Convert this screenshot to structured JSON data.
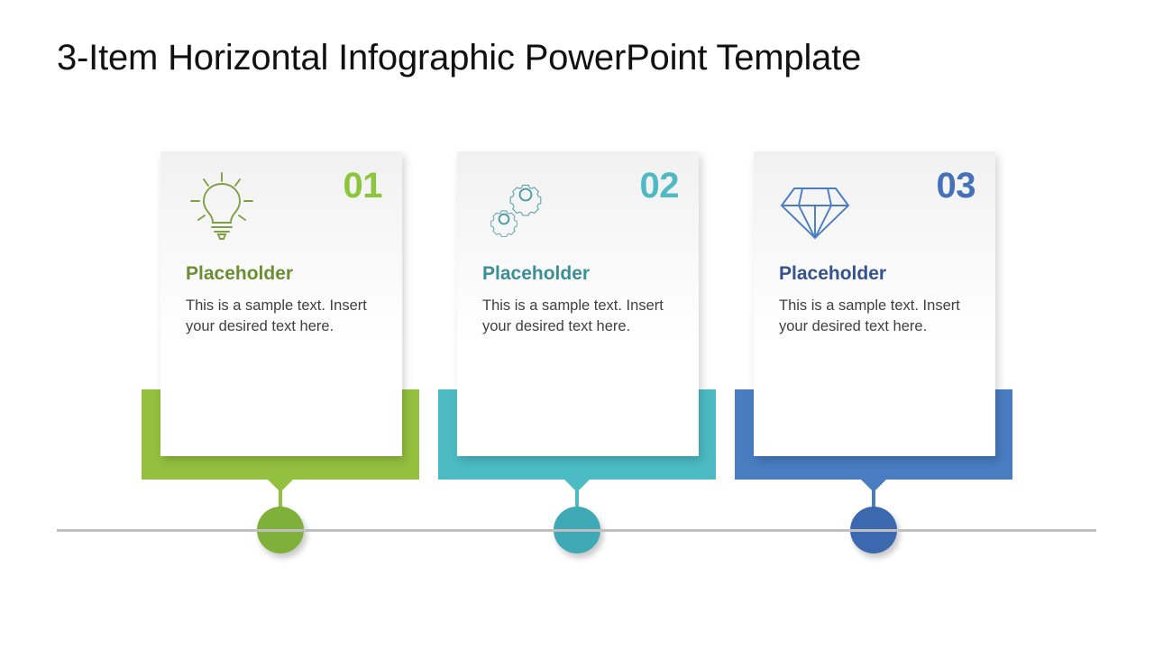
{
  "slide": {
    "title": "3-Item Horizontal Infographic PowerPoint Template",
    "background_color": "#ffffff",
    "baseline_color": "#bfbfbf"
  },
  "items": [
    {
      "number": "01",
      "heading": "Placeholder",
      "body": "This is a sample text. Insert your desired text here.",
      "icon": "lightbulb-icon",
      "accent_color": "#93c03f",
      "number_color": "#8cc63e",
      "heading_color": "#6a8f33",
      "icon_color": "#7f9e45",
      "node_color": "#7fb13a"
    },
    {
      "number": "02",
      "heading": "Placeholder",
      "body": "This is a sample text. Insert your desired text here.",
      "icon": "gears-icon",
      "accent_color": "#4cбbc4",
      "number_color": "#4fbac6",
      "heading_color": "#3b8e99",
      "icon_color": "#4a9aa5",
      "node_color": "#3fa9b5"
    },
    {
      "number": "03",
      "heading": "Placeholder",
      "body": "This is a sample text. Insert your desired text here.",
      "icon": "diamond-icon",
      "accent_color": "#4a7cc2",
      "number_color": "#4472b8",
      "heading_color": "#34528c",
      "icon_color": "#4a7cc2",
      "node_color": "#3b68ae"
    }
  ]
}
